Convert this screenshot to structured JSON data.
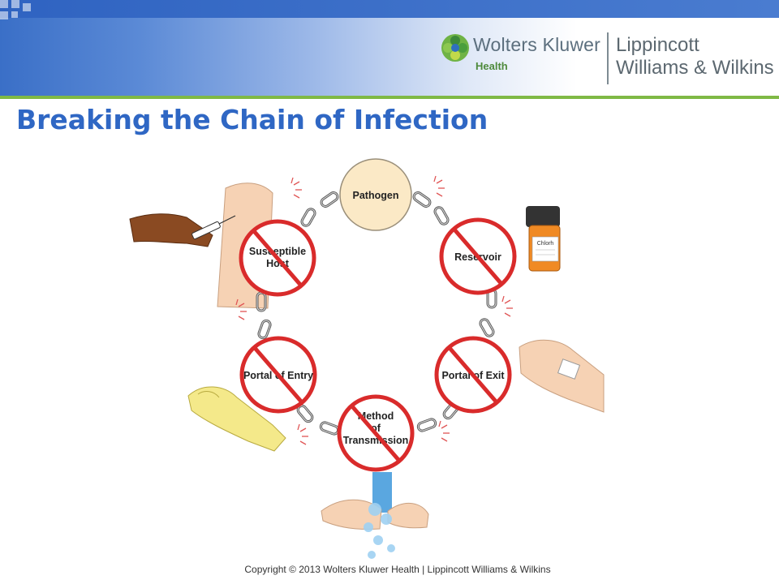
{
  "header": {
    "brand_name": "Wolters Kluwer",
    "brand_sub": "Health",
    "partner_line1": "Lippincott",
    "partner_line2": "Williams & Wilkins"
  },
  "slide": {
    "title": "Breaking the Chain of Infection"
  },
  "diagram": {
    "nodes": {
      "pathogen": [
        "Pathogen"
      ],
      "reservoir": [
        "Reservoir"
      ],
      "portal_exit": [
        "Portal of Exit"
      ],
      "method": [
        "Method",
        "of",
        "Transmission"
      ],
      "portal_entry": [
        "Portal of Entry"
      ],
      "host": [
        "Susceptible",
        "Host"
      ]
    },
    "bottle_label": "Chlorh"
  },
  "footer": {
    "copyright": "Copyright © 2013 Wolters Kluwer Health | Lippincott Williams & Wilkins"
  },
  "colors": {
    "title": "#2f67c4",
    "no_symbol": "#d92b2b",
    "pathogen_fill": "#fbe9c6",
    "accent_green": "#7fb945"
  }
}
